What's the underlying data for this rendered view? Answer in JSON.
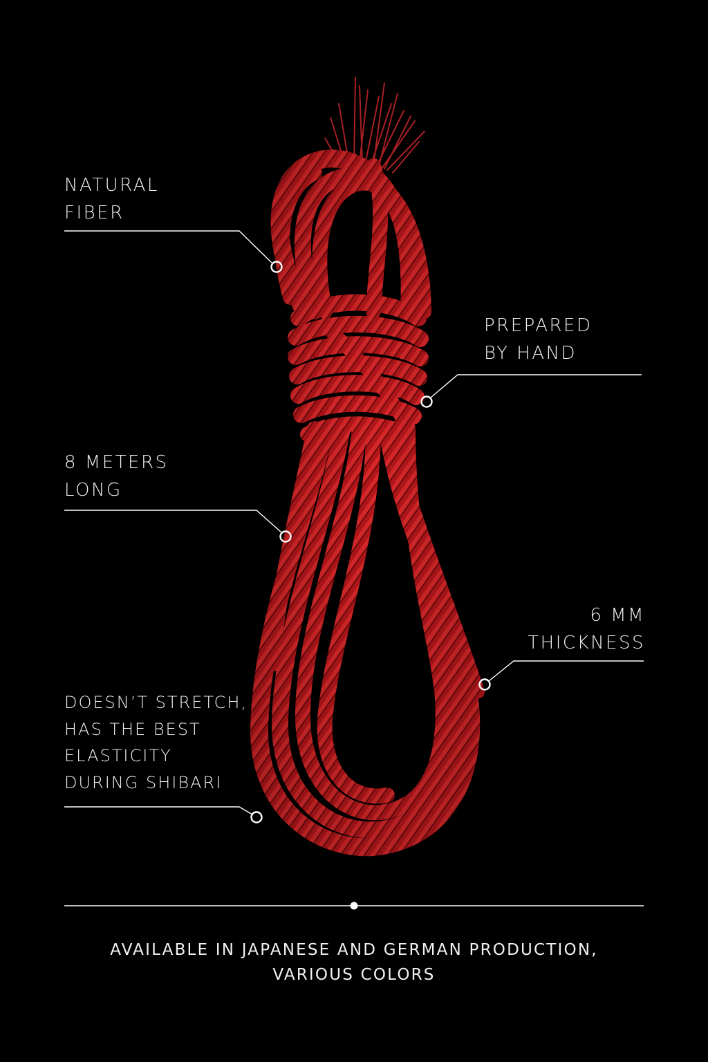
{
  "colors": {
    "background": "#000000",
    "rope": "#c81e1e",
    "rope_dark": "#7a0d0d",
    "text": "#f2f2f2",
    "line": "#ffffff"
  },
  "callouts": {
    "natural_fiber": {
      "line1": "NATURAL",
      "line2": "FIBER"
    },
    "prepared_by_hand": {
      "line1": "PREPARED",
      "line2": "BY HAND"
    },
    "length": {
      "line1": "8 METERS",
      "line2": "LONG"
    },
    "thickness": {
      "line1": "6 MM",
      "line2": "THICKNESS"
    },
    "elasticity": {
      "line1": "DOESN’T STRETCH,",
      "line2": "HAS THE BEST",
      "line3": "ELASTICITY",
      "line4": "DURING SHIBARI"
    }
  },
  "footer": {
    "line1": "AVAILABLE IN JAPANESE AND GERMAN PRODUCTION,",
    "line2": "VARIOUS COLORS"
  },
  "icons": {
    "product": "rope-coil-illustration",
    "divider_marker": "dot-icon"
  }
}
